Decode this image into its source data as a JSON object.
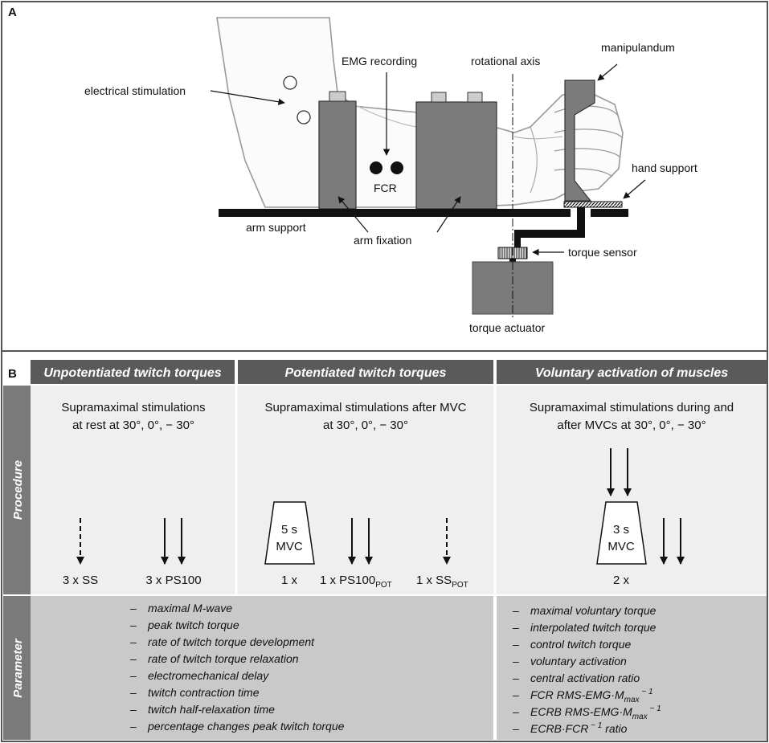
{
  "panel_a": {
    "letter": "A",
    "labels": {
      "electrical_stimulation": "electrical stimulation",
      "emg_recording": "EMG recording",
      "fcr": "FCR",
      "rotational_axis": "rotational axis",
      "manipulandum": "manipulandum",
      "hand_support": "hand support",
      "arm_support": "arm support",
      "arm_fixation": "arm fixation",
      "torque_sensor": "torque sensor",
      "torque_actuator": "torque actuator"
    }
  },
  "panel_b": {
    "letter": "B",
    "row_labels": {
      "procedure": "Procedure",
      "parameter": "Parameter"
    },
    "columns": [
      {
        "header": "Unpotentiated twitch torques",
        "procedure": [
          "Supramaximal stimulations",
          "at rest at 30°, 0°, − 30°"
        ],
        "labels": {
          "a": "3 x SS",
          "b": "3 x PS100"
        }
      },
      {
        "header": "Potentiated twitch torques",
        "procedure": [
          "Supramaximal stimulations after MVC",
          "at 30°, 0°, − 30°"
        ],
        "mvc": {
          "line1": "5 s",
          "line2": "MVC"
        },
        "labels": {
          "mvc_count": "1 x",
          "ps": "1 x PS100",
          "ps_sub": "POT",
          "ss": "1 x SS",
          "ss_sub": "POT"
        }
      },
      {
        "header": "Voluntary activation of muscles",
        "procedure": [
          "Supramaximal stimulations during and",
          "after MVCs at 30°, 0°, − 30°"
        ],
        "mvc": {
          "line1": "3 s",
          "line2": "MVC"
        },
        "labels": {
          "count": "2 x"
        }
      }
    ],
    "parameters_left": [
      "maximal M-wave",
      "peak twitch torque",
      "rate of twitch torque development",
      "rate of twitch torque relaxation",
      "electromechanical delay",
      "twitch contraction time",
      "twitch half-relaxation time",
      "percentage changes peak twitch torque"
    ],
    "parameters_right": [
      "maximal voluntary torque",
      "interpolated twitch torque",
      "control twitch torque",
      "voluntary activation",
      "central activation ratio"
    ],
    "parameters_right_special": [
      {
        "prefix": "FCR RMS-EMG·M",
        "sub": "max",
        "sup": " − 1"
      },
      {
        "prefix": "ECRB RMS-EMG·M",
        "sub": "max",
        "sup": " − 1"
      },
      {
        "prefix": "ECRB·FCR",
        "sup": " − 1",
        "suffix": " ratio"
      }
    ],
    "dash": "–"
  },
  "colors": {
    "header_bg": "#5a5a5a",
    "side_bg": "#7a7a7a",
    "procedure_bg": "#efefef",
    "parameter_bg": "#c9c9c9",
    "device_gray": "#7b7b7b"
  }
}
